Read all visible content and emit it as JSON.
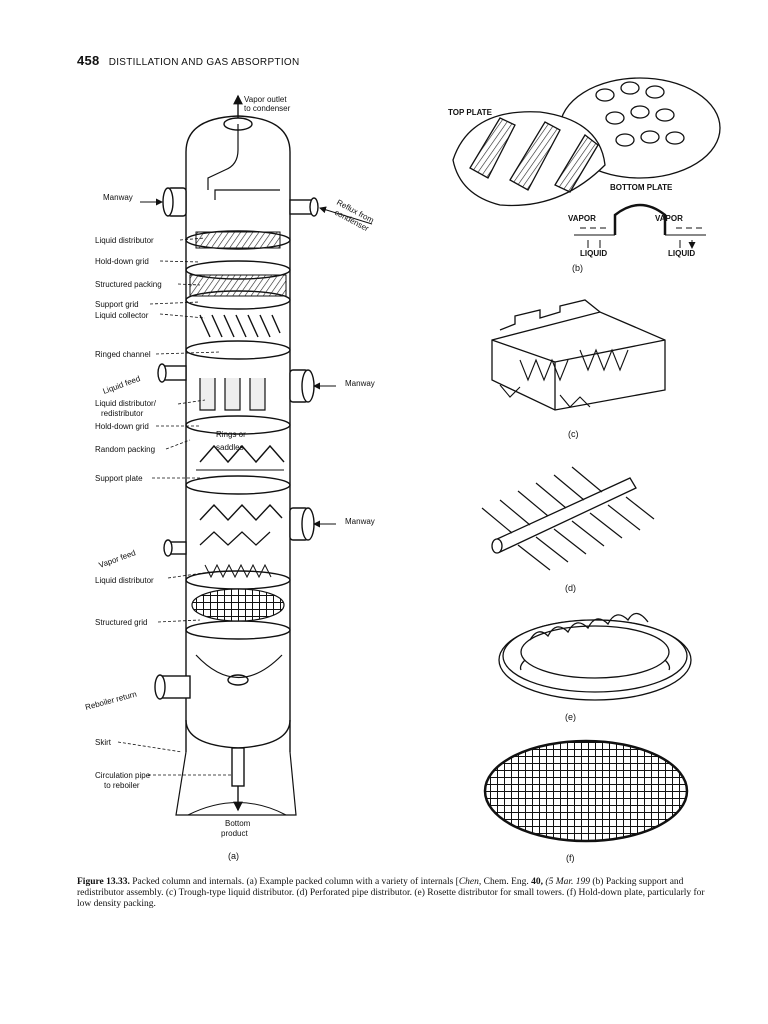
{
  "header": {
    "page_number": "458",
    "running_title": "DISTILLATION AND GAS ABSORPTION"
  },
  "panel_a": {
    "labels": {
      "vapor_outlet_1": "Vapor outlet",
      "vapor_outlet_2": "to condenser",
      "manway_top": "Manway",
      "reflux_1": "Reflux from",
      "reflux_2": "condenser",
      "liquid_distributor_1": "Liquid distributor",
      "hold_down_grid_1": "Hold-down grid",
      "structured_packing": "Structured packing",
      "support_grid": "Support grid",
      "liquid_collector": "Liquid collector",
      "ringed_channel": "Ringed channel",
      "liquid_feed": "Liquid feed",
      "manway_mid": "Manway",
      "liquid_redistributor_1": "Liquid distributor/",
      "liquid_redistributor_2": "redistributor",
      "hold_down_grid_2": "Hold-down grid",
      "rings_or": "Rings or",
      "saddles": "saddles",
      "random_packing": "Random packing",
      "support_plate": "Support plate",
      "manway_low": "Manway",
      "vapor_feed": "Vapor feed",
      "liquid_distributor_2": "Liquid distributor",
      "structured_grid": "Structured grid",
      "reboiler_return": "Reboiler return",
      "skirt": "Skirt",
      "circulation_1": "Circulation pipe",
      "circulation_2": "to reboiler",
      "bottom_1": "Bottom",
      "bottom_2": "product"
    },
    "panel_label": "(a)"
  },
  "panel_b": {
    "top_plate": "TOP PLATE",
    "bottom_plate": "BOTTOM PLATE",
    "vapor_left": "VAPOR",
    "vapor_right": "VAPOR",
    "liquid_left": "LIQUID",
    "liquid_right": "LIQUID",
    "panel_label": "(b)"
  },
  "panel_c": {
    "panel_label": "(c)"
  },
  "panel_d": {
    "panel_label": "(d)"
  },
  "panel_e": {
    "panel_label": "(e)"
  },
  "panel_f": {
    "panel_label": "(f)"
  },
  "caption": {
    "figure": "Figure 13.33.",
    "text_1": "Packed column and internals. (a) Example packed column with a variety of internals [",
    "cite_author": "Chen,",
    "cite_journal": " Chem. Eng. ",
    "cite_volume": "40,",
    "cite_date": " (5 Mar. 199",
    "text_2": "(b) Packing support and redistributor assembly. (c) Trough-type liquid distributor. (d) Perforated pipe distributor. (e) Rosette distributor for small towers. (f) Hold-down plate, particularly for low density packing."
  }
}
